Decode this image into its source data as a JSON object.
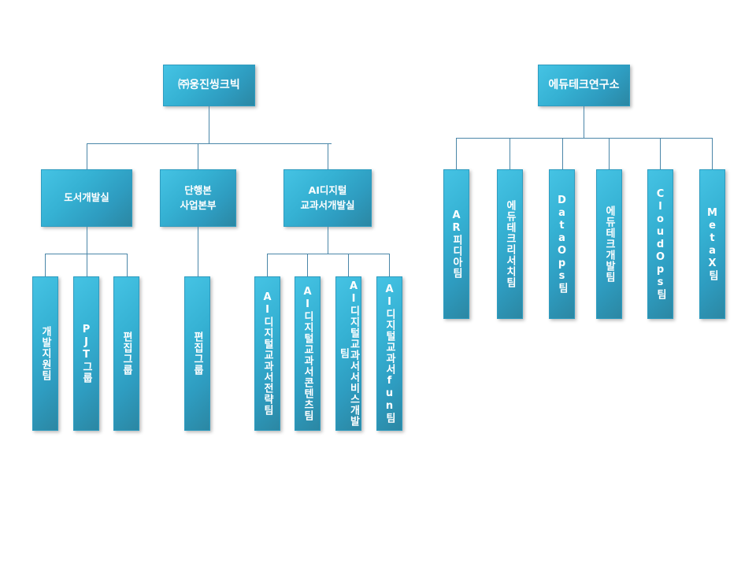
{
  "chart_data": {
    "type": "diagram",
    "title": "조직도",
    "orientation": "top-down organizational chart",
    "trees": [
      {
        "id": "woongjin",
        "root": {
          "label": "㈜웅진씽크빅",
          "lines": [
            "㈜웅진씽크빅"
          ]
        },
        "divisions": [
          {
            "label": "도서개발실",
            "lines": [
              "도서개발실"
            ],
            "teams": [
              "개발지원팀",
              "PJT그룹",
              "편집그룹"
            ]
          },
          {
            "label": "단행본사업본부",
            "lines": [
              "단행본",
              "사업본부"
            ],
            "teams": [
              "편집그룹"
            ]
          },
          {
            "label": "AI디지털교과서개발실",
            "lines": [
              "AI디지털",
              "교과서개발실"
            ],
            "teams": [
              "AI디지털교과서전략팀",
              "AI디지털교과서콘텐츠팀",
              "AI디지털교과서서비스개발팀",
              "AI디지털교과서fun팀"
            ]
          }
        ]
      },
      {
        "id": "edutech",
        "root": {
          "label": "에듀테크연구소",
          "lines": [
            "에듀테크연구소"
          ]
        },
        "divisions": [],
        "teams": [
          "AR피디아팀",
          "에듀테크리서치팀",
          "DataOps팀",
          "에듀테크개발팀",
          "CloudOps팀",
          "MetaX팀"
        ]
      }
    ]
  },
  "left": {
    "root": {
      "line1": "㈜웅진씽크빅"
    },
    "div1": {
      "line1": "도서개발실"
    },
    "div2": {
      "line1": "단행본",
      "line2": "사업본부"
    },
    "div3": {
      "line1": "AI디지털",
      "line2": "교과서개발실"
    },
    "teams": {
      "t1": "개발지원팀",
      "t2": "PJT그룹",
      "t3": "편집그룹",
      "t4": "편집그룹",
      "t5": "AI디지털교과서전략팀",
      "t6": "AI디지털교과서콘텐츠팀",
      "t7": "AI디지털교과서서비스개발팀",
      "t8": "AI디지털교과서fun팀"
    }
  },
  "right": {
    "root": {
      "line1": "에듀테크연구소"
    },
    "teams": {
      "r1": "AR피디아팀",
      "r2": "에듀테크리서치팀",
      "r3": "DataOps팀",
      "r4": "에듀테크개발팀",
      "r5": "CloudOps팀",
      "r6": "MetaX팀"
    }
  },
  "colors": {
    "box_top": "#45c3e4",
    "box_bottom": "#2b87a3",
    "connector": "#4a86a8",
    "text": "#ffffff",
    "background": "#ffffff"
  }
}
